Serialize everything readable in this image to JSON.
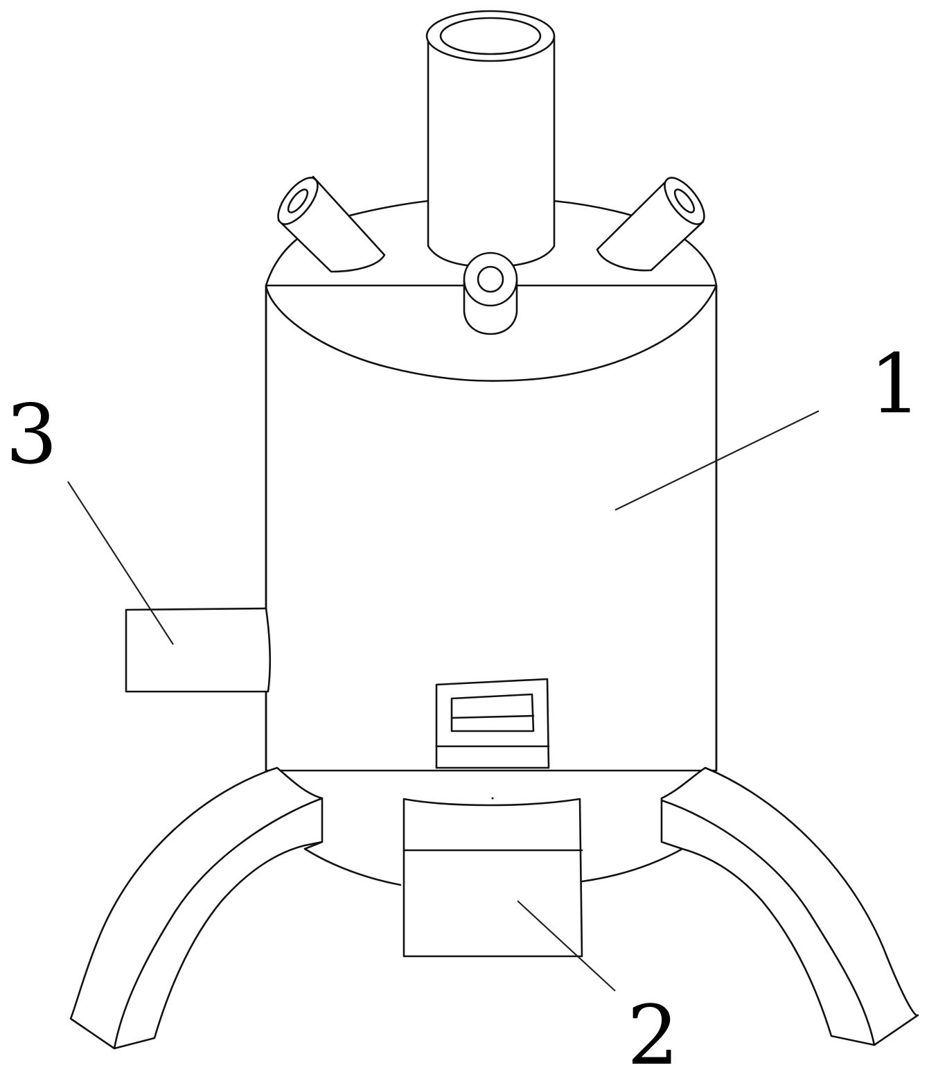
{
  "figure": {
    "type": "patent-line-drawing",
    "subject": "cylindrical tank on three curved legs with top pipes, side box and bottom box",
    "colors": {
      "background": "#ffffff",
      "line": "#111111"
    }
  },
  "callouts": [
    {
      "id": "1",
      "label": "1",
      "points_to": "tank-body"
    },
    {
      "id": "2",
      "label": "2",
      "points_to": "bottom-box"
    },
    {
      "id": "3",
      "label": "3",
      "points_to": "side-box"
    }
  ]
}
